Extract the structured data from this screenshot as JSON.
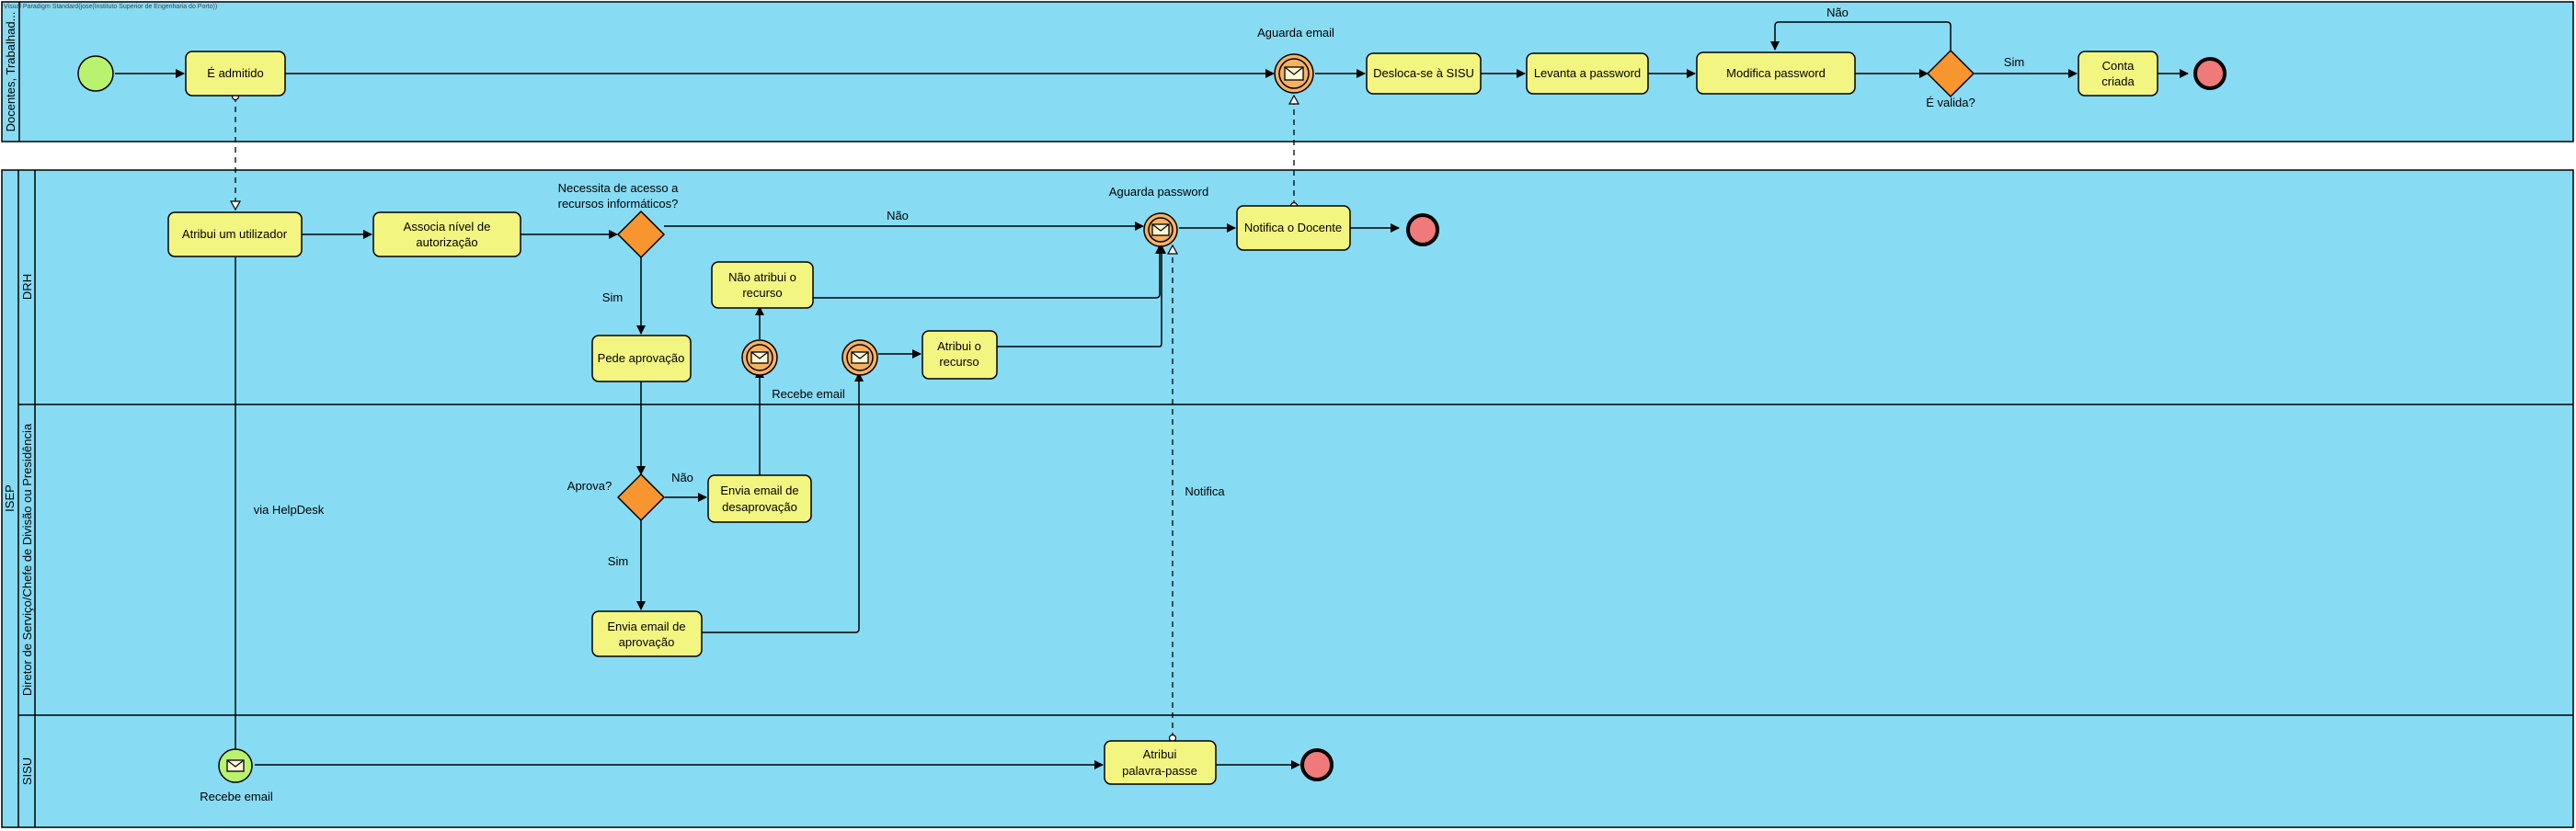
{
  "header_caption": "Visual Paradigm Standard(jose(Instituto Superior de Engenharia do Porto))",
  "pools": {
    "docentes": "Docentes, Trabalhad...",
    "isep": "ISEP"
  },
  "lanes": {
    "drh": "DRH",
    "diretor": "Diretor de Serviço/Chefe de Divisão ou  Presidência",
    "sisu": "SISU"
  },
  "tasks": {
    "e_admitido": "É admitido",
    "desloca_sisu": "Desloca-se à SISU",
    "levanta_password": "Levanta a password",
    "modifica_password": "Modifica password",
    "conta_criada": [
      "Conta",
      "criada"
    ],
    "atribui_utilizador": "Atribui um utilizador",
    "associa_nivel": [
      "Associa nível de",
      "autorização"
    ],
    "notifica_docente": "Notifica o Docente",
    "nao_atribui_recurso": [
      "Não atribui o",
      "recurso"
    ],
    "pede_aprovacao": "Pede aprovação",
    "atribui_recurso": [
      "Atribui o",
      "recurso"
    ],
    "envia_desaprovacao": [
      "Envia email de",
      "desaprovação"
    ],
    "envia_aprovacao": [
      "Envia email de",
      "aprovação"
    ],
    "atribui_palavra_passe": [
      "Atribui",
      "palavra-passe"
    ]
  },
  "labels": {
    "aguarda_email": "Aguarda email",
    "nao_top": "Não",
    "sim_top": "Sim",
    "e_valida": "É valida?",
    "necessita": [
      "Necessita de acesso a",
      "recursos informáticos?"
    ],
    "nao_drh": "Não",
    "aguarda_password": "Aguarda password",
    "sim_drh": "Sim",
    "recebe_email_mid": "Recebe email",
    "via_helpdesk": "via HelpDesk",
    "notifica": "Notifica",
    "aprova": "Aprova?",
    "nao_dir": "Não",
    "sim_dir": "Sim",
    "recebe_email_sisu": "Recebe email"
  },
  "colors": {
    "pool_fill": "#87dcf4",
    "task_fill": "#f3f581",
    "gateway_fill": "#f7962f",
    "start_fill": "#b9f26e",
    "end_fill": "#f07a7a",
    "message_event_fill": "#f7b160"
  }
}
